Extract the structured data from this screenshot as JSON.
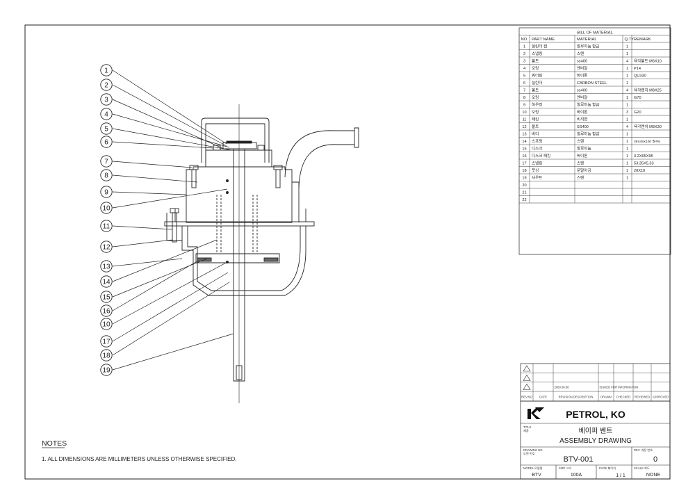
{
  "callouts": [
    "1",
    "2",
    "3",
    "4",
    "5",
    "6",
    "7",
    "8",
    "9",
    "10",
    "11",
    "12",
    "13",
    "14",
    "15",
    "16",
    "10",
    "17",
    "18",
    "19"
  ],
  "notes": {
    "heading": "NOTES",
    "line1": "1. ALL DIMENSIONS ARE MILLIMETERS UNLESS OTHERWISE SPECIFIED."
  },
  "bom": {
    "title": "BILL OF MATERIAL",
    "headers": [
      "NO.",
      "PART NAME",
      "MATERIAL",
      "Q,TY",
      "REMARK"
    ],
    "rows": [
      [
        "1",
        "실린더 캡",
        "알루미늄 합금",
        "1",
        ""
      ],
      [
        "2",
        "스냅링",
        "스텐",
        "1",
        ""
      ],
      [
        "3",
        "볼트",
        "ss400",
        "4",
        "육각볼트 M6X10"
      ],
      [
        "4",
        "오링",
        "엔비알",
        "1",
        "P14"
      ],
      [
        "5",
        "쿼더링",
        "바이톤",
        "1",
        "QU330"
      ],
      [
        "6",
        "실린더",
        "CARBON STEEL",
        "1",
        ""
      ],
      [
        "7",
        "볼트",
        "ss400",
        "4",
        "육각렌치 M8X25"
      ],
      [
        "8",
        "오링",
        "엔비알",
        "1",
        "G70"
      ],
      [
        "9",
        "하우징",
        "알루미늄 합금",
        "1",
        ""
      ],
      [
        "10",
        "오링",
        "바이톤",
        "3",
        "G20"
      ],
      [
        "11",
        "패킹",
        "비석면",
        "1",
        ""
      ],
      [
        "12",
        "볼트",
        "SS400",
        "4",
        "육각렌치 M8X30"
      ],
      [
        "13",
        "바디",
        "알루미늄 합금",
        "1",
        ""
      ],
      [
        "14",
        "스프링",
        "스텐",
        "1",
        "39X45X100 권수6"
      ],
      [
        "15",
        "디스크",
        "알루미늄",
        "1",
        ""
      ],
      [
        "16",
        "디스크 패킹",
        "바이톤",
        "1",
        "3.2X65X95"
      ],
      [
        "17",
        "스냅링",
        "스텐",
        "1",
        "53.35X5.33"
      ],
      [
        "18",
        "붓싱",
        "운말아금",
        "1",
        "20X10"
      ],
      [
        "19",
        "샤우트",
        "스텐",
        "1",
        ""
      ],
      [
        "20",
        "",
        "",
        "",
        ""
      ],
      [
        "21",
        "",
        "",
        "",
        ""
      ],
      [
        "22",
        "",
        "",
        "",
        ""
      ]
    ]
  },
  "revisions": {
    "rows": [
      [
        "",
        "",
        "",
        "",
        "",
        ""
      ],
      [
        "",
        "",
        "",
        "",
        "",
        ""
      ],
      [
        "",
        "2000.08.08",
        "ISSUED FOR INFORMATION",
        "",
        "",
        ""
      ]
    ],
    "headers": [
      "REV.NO",
      "DATE",
      "REVISION DESCRIPTION",
      "DRAWN",
      "CHECKED",
      "REVIEWED",
      "APPROVED"
    ]
  },
  "title_block": {
    "company": "PETROL, KO",
    "title_label": "TITLE",
    "title_label_kr": "제품",
    "title_kr": "베이퍼 벤트",
    "title_en": "ASSEMBLY DRAWING",
    "drawing_no_label": "DRAWING NO.",
    "drawing_no_label_kr": "도면 번호",
    "drawing_no": "BTV-001",
    "rev_label": "REV. 개정 번호",
    "rev": "0",
    "model_label": "MODEL 모델명",
    "model": "BTV",
    "size_label": "SIZE 크기",
    "size": "100A",
    "page_label": "PAGE 페이지",
    "page": "1 / 1",
    "scale_label": "SCALE 척도",
    "scale": "NONE"
  },
  "colors": {
    "line": "#222222",
    "paper": "#ffffff"
  }
}
